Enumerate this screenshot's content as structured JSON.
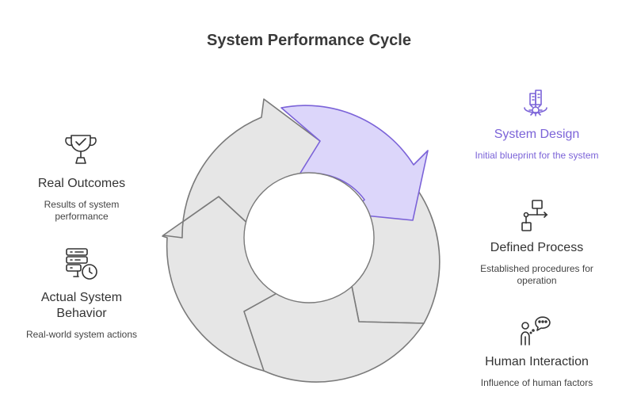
{
  "title": "System Performance Cycle",
  "colors": {
    "highlight_fill": "#dcd6fa",
    "highlight_stroke": "#7b63d8",
    "segment_fill": "#e6e6e6",
    "segment_stroke": "#7a7a7a",
    "text": "#333333"
  },
  "stages": [
    {
      "id": "system-design",
      "heading": "System Design",
      "description": "Initial blueprint for the system",
      "icon": "blueprint-gear-icon",
      "highlighted": true
    },
    {
      "id": "defined-process",
      "heading": "Defined Process",
      "description": "Established procedures for operation",
      "icon": "flowchart-icon",
      "highlighted": false
    },
    {
      "id": "human-interaction",
      "heading": "Human Interaction",
      "description": "Influence of human factors",
      "icon": "person-thought-icon",
      "highlighted": false
    },
    {
      "id": "actual-system-behavior",
      "heading": "Actual System Behavior",
      "description": "Real-world system actions",
      "icon": "server-clock-icon",
      "highlighted": false
    },
    {
      "id": "real-outcomes",
      "heading": "Real Outcomes",
      "description": "Results of system performance",
      "icon": "trophy-icon",
      "highlighted": false
    }
  ]
}
